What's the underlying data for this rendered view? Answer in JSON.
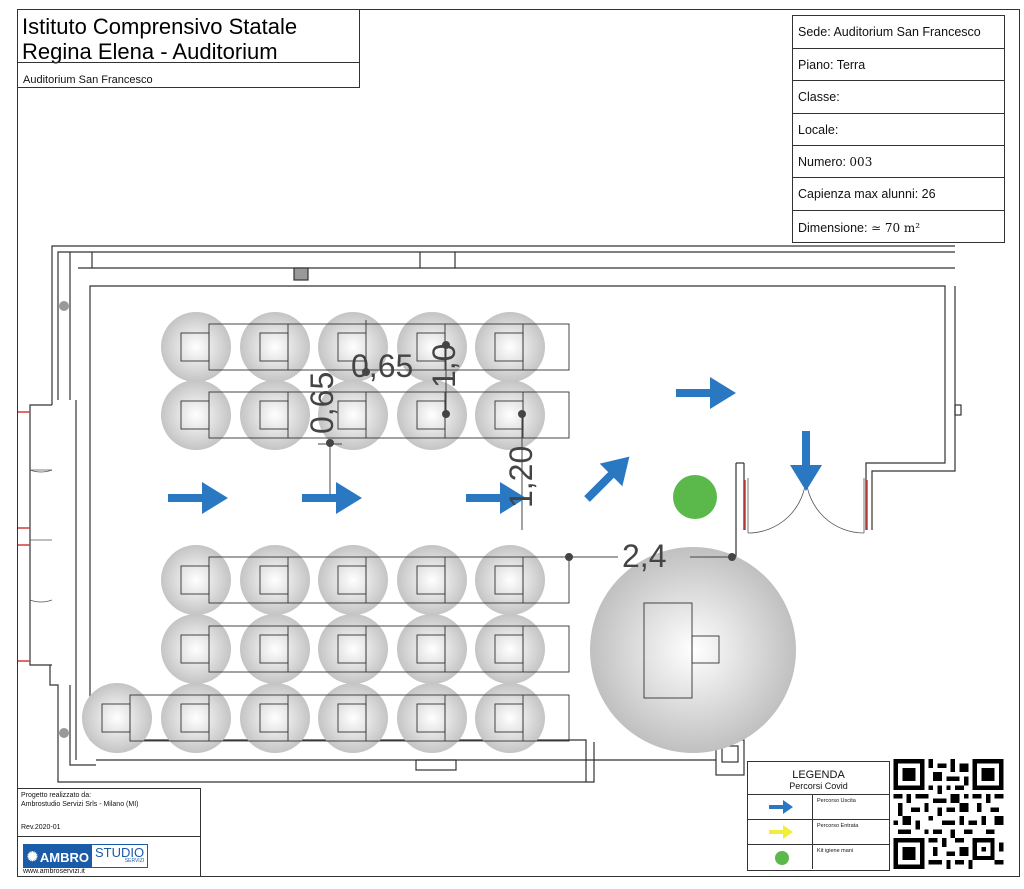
{
  "header": {
    "title_line1": "Istituto Comprensivo Statale",
    "title_line2": "Regina Elena - Auditorium",
    "subtitle": "Auditorium San Francesco"
  },
  "info": {
    "sede": "Sede:  Auditorium San Francesco",
    "piano": "Piano: Terra",
    "classe": "Classe:",
    "locale": "Locale:",
    "numero_label": "Numero: ",
    "numero_value": "003",
    "capienza": "Capienza max alunni: 26",
    "dimensione_label": "Dimensione: ",
    "dimensione_value": "≃ 70 m²"
  },
  "plan": {
    "dimensions": [
      "0,65",
      "0,65",
      "1,0",
      "1,20",
      "2,4"
    ],
    "colors": {
      "exit_arrow": "#2b78c2",
      "entry_arrow": "#f2ee3a",
      "hygiene_kit": "#5ab94a",
      "distance_circle": "#c8c8c8",
      "door_marker": "#d23a3a"
    }
  },
  "legend": {
    "title": "LEGENDA",
    "subtitle": "Percorsi Covid",
    "items": [
      {
        "icon": "blue-arrow-icon",
        "label": "Percorso Uscita"
      },
      {
        "icon": "yellow-arrow-icon",
        "label": "Percorso Entrata"
      },
      {
        "icon": "green-dot-icon",
        "label": "Kit igiene mani"
      }
    ]
  },
  "credits": {
    "line1": "Progetto realizzato da:",
    "line2": "Ambrostudio Servizi Srls - Milano (MI)",
    "revision": "Rev.2020-01",
    "logo_a": "AMBRO",
    "logo_b": "STUDIO",
    "logo_small": "SERVIZI",
    "url": "www.ambroservizi.it"
  }
}
